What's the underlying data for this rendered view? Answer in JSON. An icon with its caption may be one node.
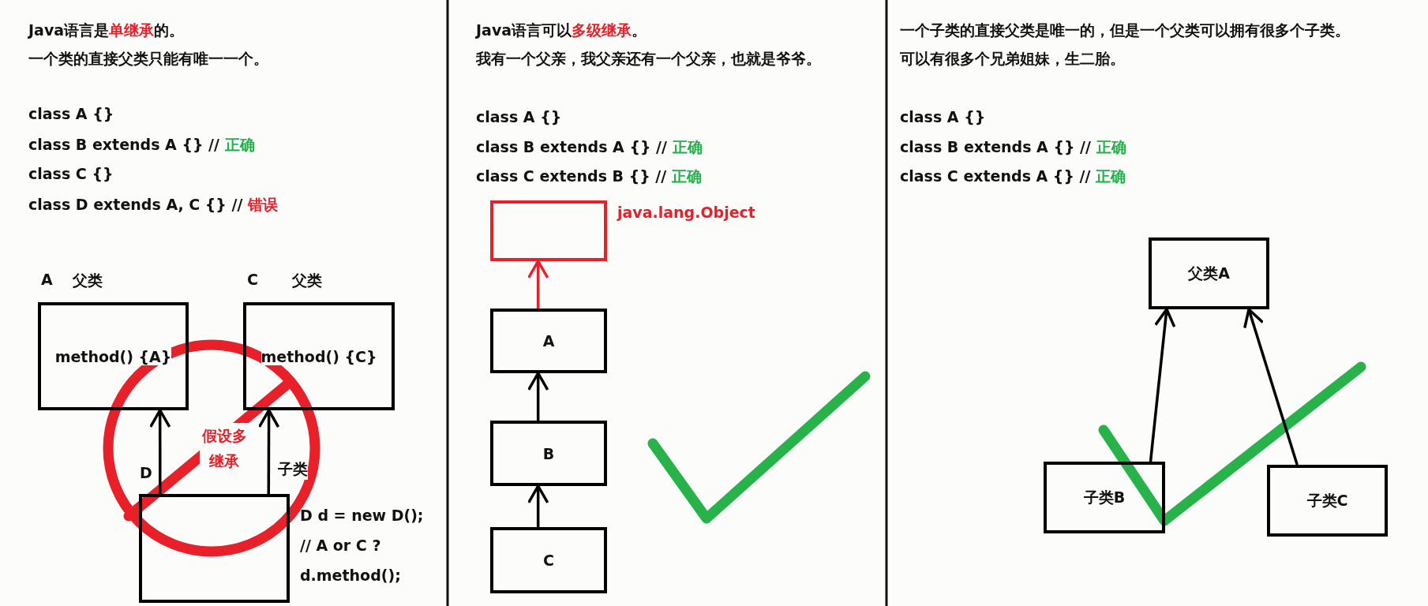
{
  "diagram": {
    "nodes": [
      {
        "text": [
          "A",
          "父类",
          "method() {A}"
        ]
      },
      {
        "text": [
          "C",
          "父类",
          "method() {C}"
        ]
      },
      {
        "text": [
          "D"
        ],
        "beside": [
          "D d = new D();",
          "// A or C ?",
          "d.method();"
        ]
      },
      {
        "text": [],
        "shape": "box",
        "beside": [
          "java.lang.Object"
        ]
      },
      {
        "text": [
          "A"
        ]
      },
      {
        "text": [
          "B"
        ]
      },
      {
        "text": [
          "C"
        ]
      },
      {
        "text": [
          "父类A"
        ]
      },
      {
        "text": [
          "子类B"
        ]
      },
      {
        "text": [
          "子类C"
        ]
      }
    ],
    "edges": [
      {
        "from": 2,
        "to": 0,
        "arrow": "to"
      },
      {
        "from": 2,
        "to": 1,
        "arrow": "to",
        "label": "子类"
      },
      {
        "from": 4,
        "to": 3,
        "arrow": "to",
        "color": "#e8202a"
      },
      {
        "from": 5,
        "to": 4,
        "arrow": "to"
      },
      {
        "from": 6,
        "to": 5,
        "arrow": "to"
      },
      {
        "from": 8,
        "to": 7,
        "arrow": "to"
      },
      {
        "from": 9,
        "to": 7,
        "arrow": "to"
      }
    ],
    "labels": [
      "Java语言是**单继承**的。",
      "一个类的直接父类只能有唯一一个。",
      "class A {}",
      "class B extends A {} // *正确*",
      "class C {}",
      "class D extends A, C {} // **错误**",
      "假设多继承",
      "Java语言可以**多级继承**。",
      "我有一个父亲，我父亲还有一个父亲，也就是爷爷。",
      "class A {}",
      "class B extends A {} // *正确*",
      "class C extends B {} // *正确*",
      "一个子类的直接父类是唯一的，但是一个父类可以拥有很多个子类。",
      "可以有很多个兄弟姐妹，生二胎。",
      "class A {}",
      "class B extends A {} // *正确*",
      "class C extends A {} // *正确*"
    ]
  }
}
